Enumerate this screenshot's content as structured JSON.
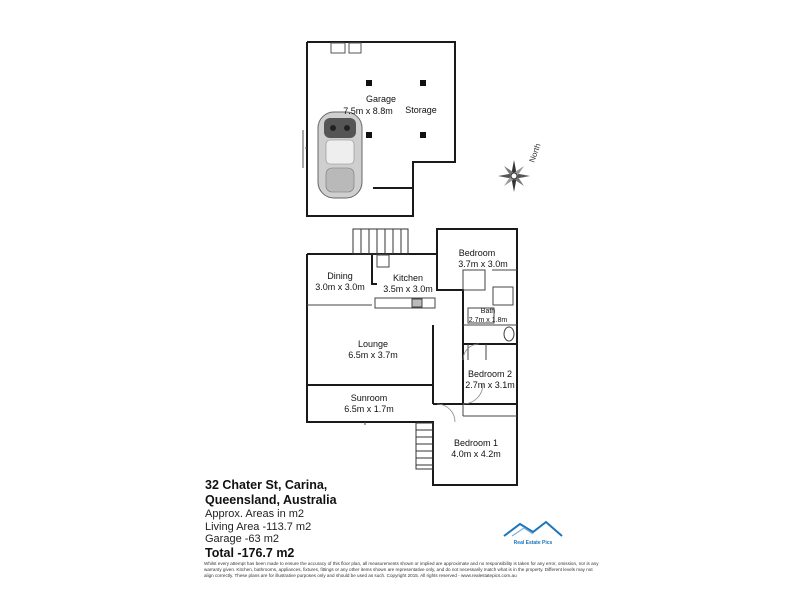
{
  "rooms": {
    "garage": {
      "name": "Garage",
      "dims": "7.5m x 8.8m"
    },
    "storage": {
      "name": "Storage"
    },
    "bedroom": {
      "name": "Bedroom",
      "dims": "3.7m x 3.0m"
    },
    "dining": {
      "name": "Dining",
      "dims": "3.0m x 3.0m"
    },
    "kitchen": {
      "name": "Kitchen",
      "dims": "3.5m x 3.0m"
    },
    "bath": {
      "name": "Bath",
      "dims": "2.7m x 1.8m"
    },
    "lounge": {
      "name": "Lounge",
      "dims": "6.5m x 3.7m"
    },
    "bedroom2": {
      "name": "Bedroom 2",
      "dims": "2.7m x 3.1m"
    },
    "sunroom": {
      "name": "Sunroom",
      "dims": "6.5m x 1.7m"
    },
    "bedroom1": {
      "name": "Bedroom 1",
      "dims": "4.0m x 4.2m"
    }
  },
  "compass": {
    "label": "North"
  },
  "info": {
    "address_line1": "32 Chater St, Carina,",
    "address_line2": "Queensland, Australia",
    "areas_heading": "Approx. Areas in m2",
    "living_area": "Living Area -113.7 m2",
    "garage_area": "Garage -63 m2",
    "total": "Total -176.7 m2"
  },
  "disclaimer": "Whilst every attempt has been made to ensure the accuracy of this floor plan, all measurements shown or implied are approximate and no responsibility is taken for any error, omission, nor is any warranty given. Kitchen, bathrooms, appliances, fixtures, fittings or any other items shown are representative only, and do not necessarily match what is in the property. Different levels may not align correctly. These plans are for illustrative purposes only and should be used as such. Copyright 2015. All rights reserved - www.realestatepics.com.au",
  "logo": {
    "text": "Real Estate Pics"
  },
  "colors": {
    "wall": "#1a1a1a",
    "logo_blue": "#1a75bb"
  }
}
